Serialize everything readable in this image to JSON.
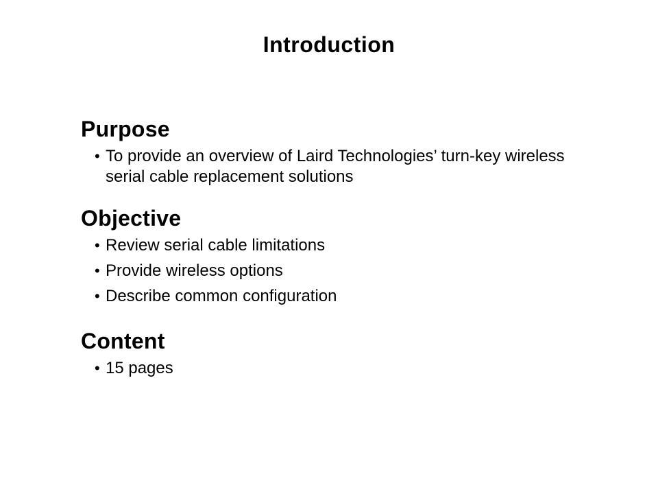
{
  "slide": {
    "title": "Introduction",
    "colors": {
      "background": "#ffffff",
      "text": "#000000"
    },
    "glyphs": {
      "bullet": "•"
    },
    "sections": [
      {
        "heading": "Purpose",
        "bullets": [
          "To provide an overview of Laird Technologies’ turn-key wireless serial cable replacement solutions"
        ]
      },
      {
        "heading": "Objective",
        "bullets": [
          "Review serial cable limitations",
          "Provide wireless options",
          "Describe common configuration"
        ]
      },
      {
        "heading": "Content",
        "bullets": [
          "15 pages"
        ]
      }
    ]
  }
}
